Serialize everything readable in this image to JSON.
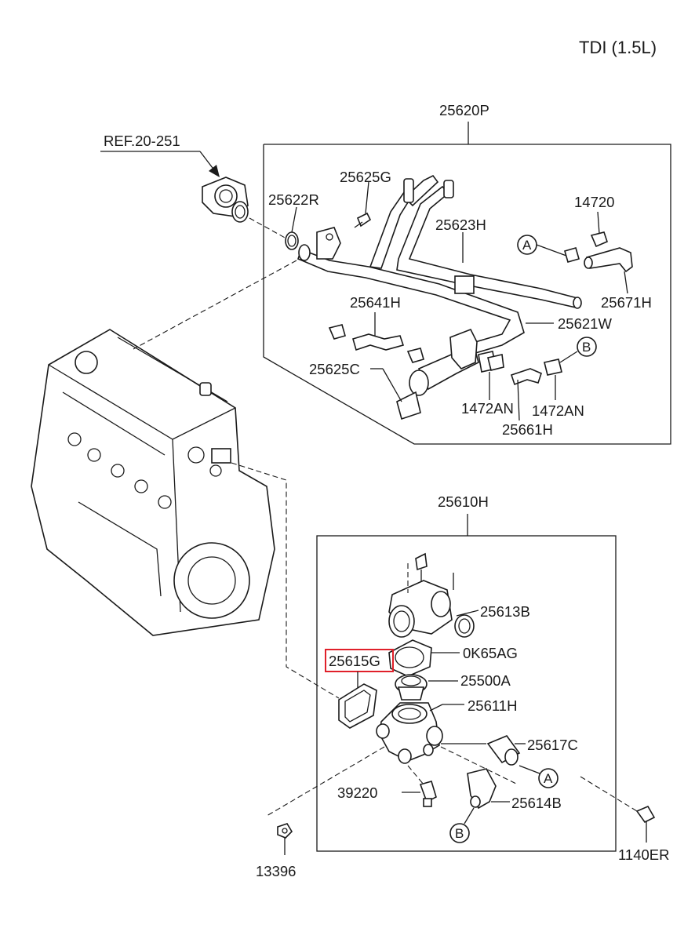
{
  "title": "TDI (1.5L)",
  "highlight_color": "#e0202a",
  "groups": {
    "upper": "25620P",
    "lower": "25610H"
  },
  "labels": {
    "ref": "REF.20-251",
    "p25622R": "25622R",
    "p25625G": "25625G",
    "p14720": "14720",
    "p25623H": "25623H",
    "p25671H": "25671H",
    "p25641H": "25641H",
    "p25621W": "25621W",
    "p25625C": "25625C",
    "p1472AN_a": "1472AN",
    "p1472AN_b": "1472AN",
    "p25661H": "25661H",
    "p25613B": "25613B",
    "p0K65AG": "0K65AG",
    "p25615G": "25615G",
    "p25500A": "25500A",
    "p25611H": "25611H",
    "p25617C": "25617C",
    "p39220": "39220",
    "p25614B": "25614B",
    "p13396": "13396",
    "p1140ER": "1140ER"
  },
  "callouts": {
    "a_upper": "A",
    "b_upper": "B",
    "a_lower": "A",
    "b_lower": "B"
  }
}
